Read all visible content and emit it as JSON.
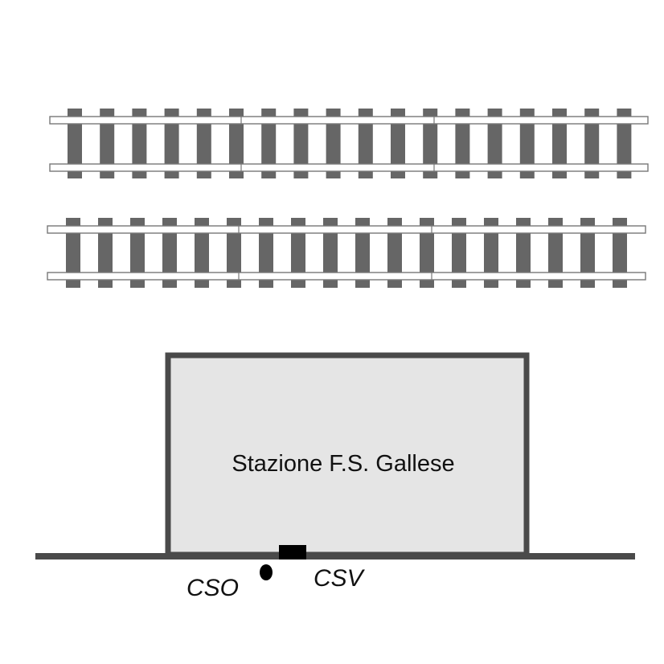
{
  "diagram": {
    "station": {
      "label": "Stazione F.S. Gallese",
      "fill": "#e5e5e5",
      "stroke": "#4a4a4a"
    },
    "sensors": [
      {
        "label": "CSO",
        "shape": "dot-marker"
      },
      {
        "label": "CSV",
        "shape": "box-marker"
      }
    ],
    "tracks": {
      "count": 2,
      "sleeper_color": "#666666",
      "rail_color": "#666666"
    },
    "ground_line_color": "#4a4a4a"
  }
}
